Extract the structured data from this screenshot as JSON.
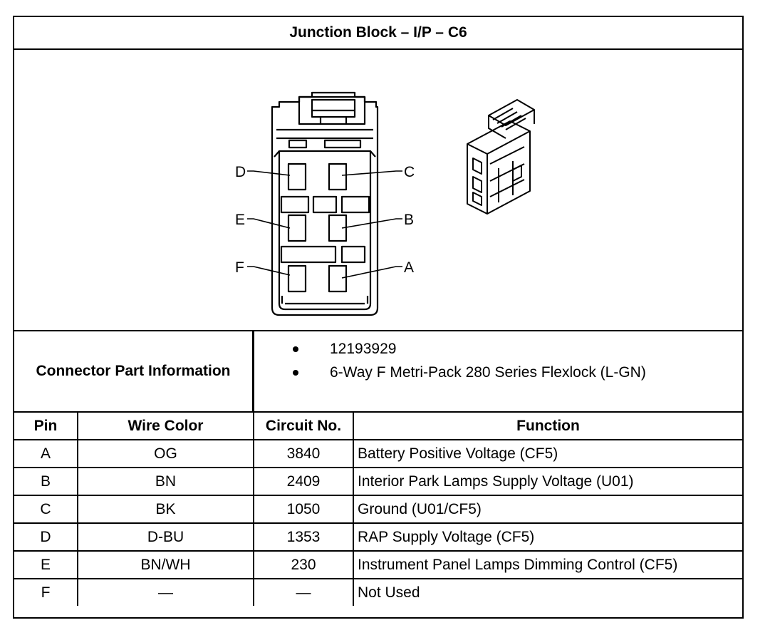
{
  "title": "Junction Block – I/P – C6",
  "diagram": {
    "pin_labels": [
      "D",
      "C",
      "E",
      "B",
      "F",
      "A"
    ]
  },
  "connector_info": {
    "label": "Connector Part Information",
    "items": [
      "12193929",
      "6-Way F Metri-Pack 280 Series Flexlock (L-GN)"
    ]
  },
  "table": {
    "headers": [
      "Pin",
      "Wire Color",
      "Circuit No.",
      "Function"
    ],
    "rows": [
      {
        "pin": "A",
        "wire_color": "OG",
        "circuit": "3840",
        "function": "Battery Positive Voltage (CF5)"
      },
      {
        "pin": "B",
        "wire_color": "BN",
        "circuit": "2409",
        "function": "Interior Park Lamps Supply Voltage (U01)"
      },
      {
        "pin": "C",
        "wire_color": "BK",
        "circuit": "1050",
        "function": "Ground (U01/CF5)"
      },
      {
        "pin": "D",
        "wire_color": "D-BU",
        "circuit": "1353",
        "function": "RAP Supply Voltage (CF5)"
      },
      {
        "pin": "E",
        "wire_color": "BN/WH",
        "circuit": "230",
        "function": "Instrument Panel Lamps Dimming Control (CF5)"
      },
      {
        "pin": "F",
        "wire_color": "—",
        "circuit": "—",
        "function": "Not Used"
      }
    ]
  }
}
